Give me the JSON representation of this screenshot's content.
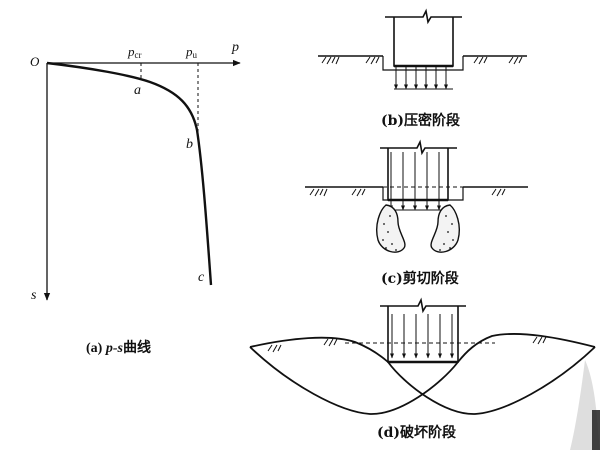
{
  "ps_curve": {
    "origin_label": "O",
    "p_axis_label": "p",
    "s_axis_label": "s",
    "pcr_label": "p",
    "pcr_sub": "cr",
    "pu_label": "p",
    "pu_sub": "u",
    "point_a": "a",
    "point_b": "b",
    "point_c": "c",
    "caption_prefix": "(a) ",
    "caption_var": "p-s",
    "caption_suffix": "曲线"
  },
  "stages": {
    "compaction": "(b)压密阶段",
    "shear": "(c)剪切阶段",
    "failure": "(d)破坏阶段"
  }
}
